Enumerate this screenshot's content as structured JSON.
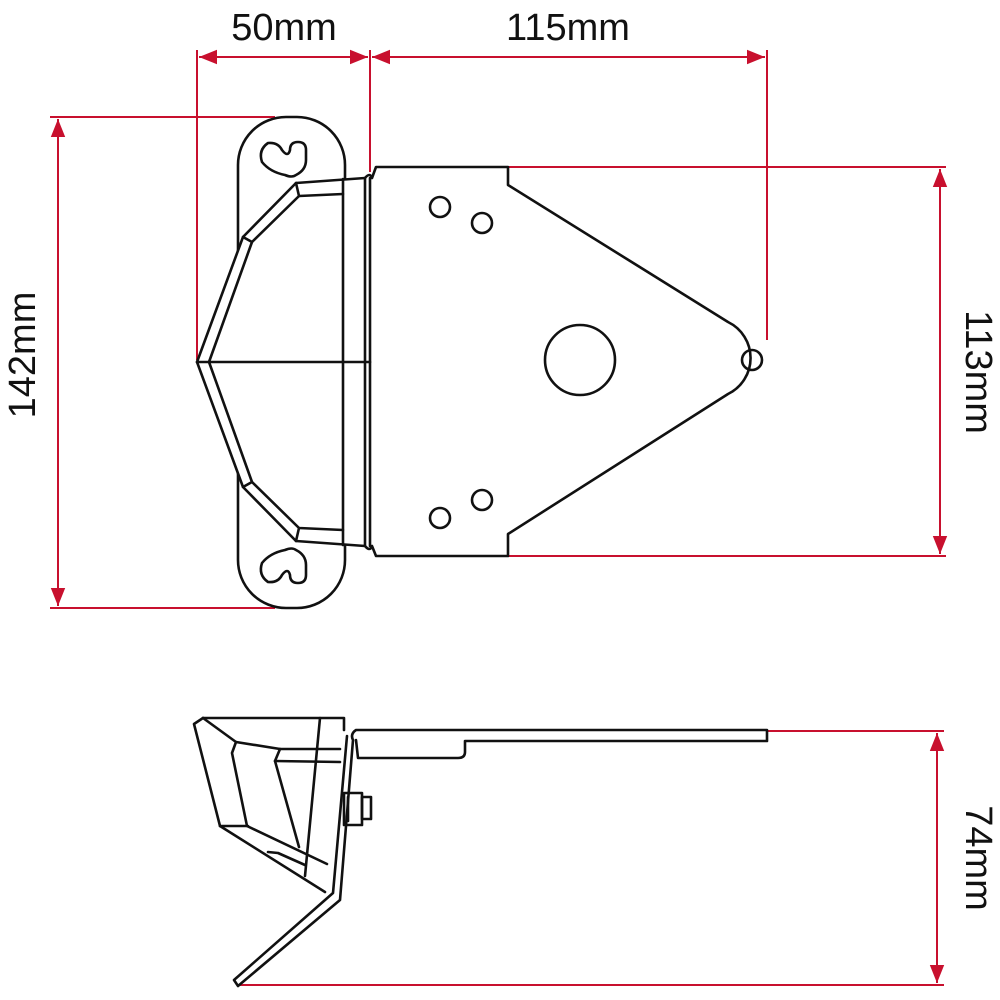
{
  "colors": {
    "dimension_line": "#c8102e",
    "outline": "#111111",
    "background": "#ffffff"
  },
  "dimensions": {
    "top_left_width": "50mm",
    "top_right_width": "115mm",
    "left_height": "142mm",
    "plate_height": "113mm",
    "side_height": "74mm"
  }
}
